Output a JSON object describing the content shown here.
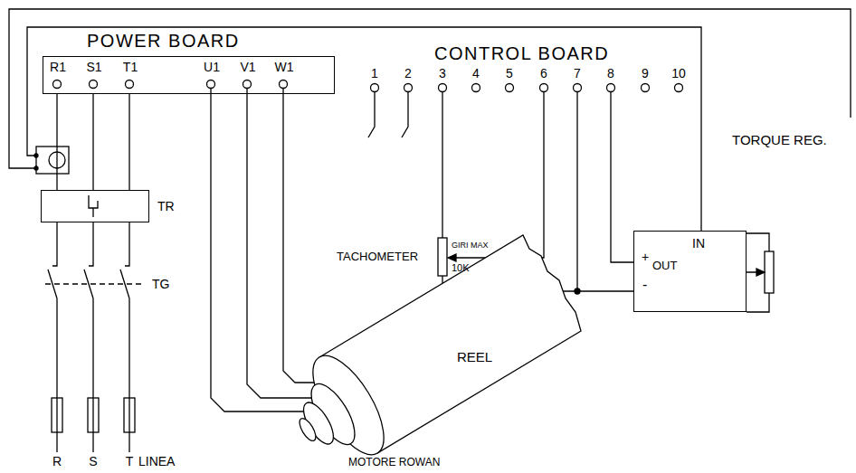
{
  "diagram": {
    "nodes": [
      {
        "text": [
          "POWER BOARD",
          "R1",
          "S1",
          "T1",
          "U1",
          "V1",
          "W1"
        ]
      },
      {
        "text": [
          "TR"
        ]
      },
      {
        "text": [
          "TORQUE REG.",
          "IN",
          "+",
          "OUT",
          "-"
        ]
      }
    ],
    "edges": [
      {
        "from": 0,
        "to": 1,
        "arrow": "none"
      },
      {
        "from": 0,
        "to": 1,
        "arrow": "none"
      },
      {
        "from": 0,
        "to": 1,
        "arrow": "none"
      }
    ],
    "labels": [
      "CONTROL BOARD",
      "1",
      "2",
      "3",
      "4",
      "5",
      "6",
      "7",
      "8",
      "9",
      "10",
      "TACHOMETER",
      "GIRI MAX",
      "10K",
      "TG",
      "R",
      "S",
      "T",
      "LINEA",
      "REEL",
      "MOTORE ROWAN"
    ]
  }
}
